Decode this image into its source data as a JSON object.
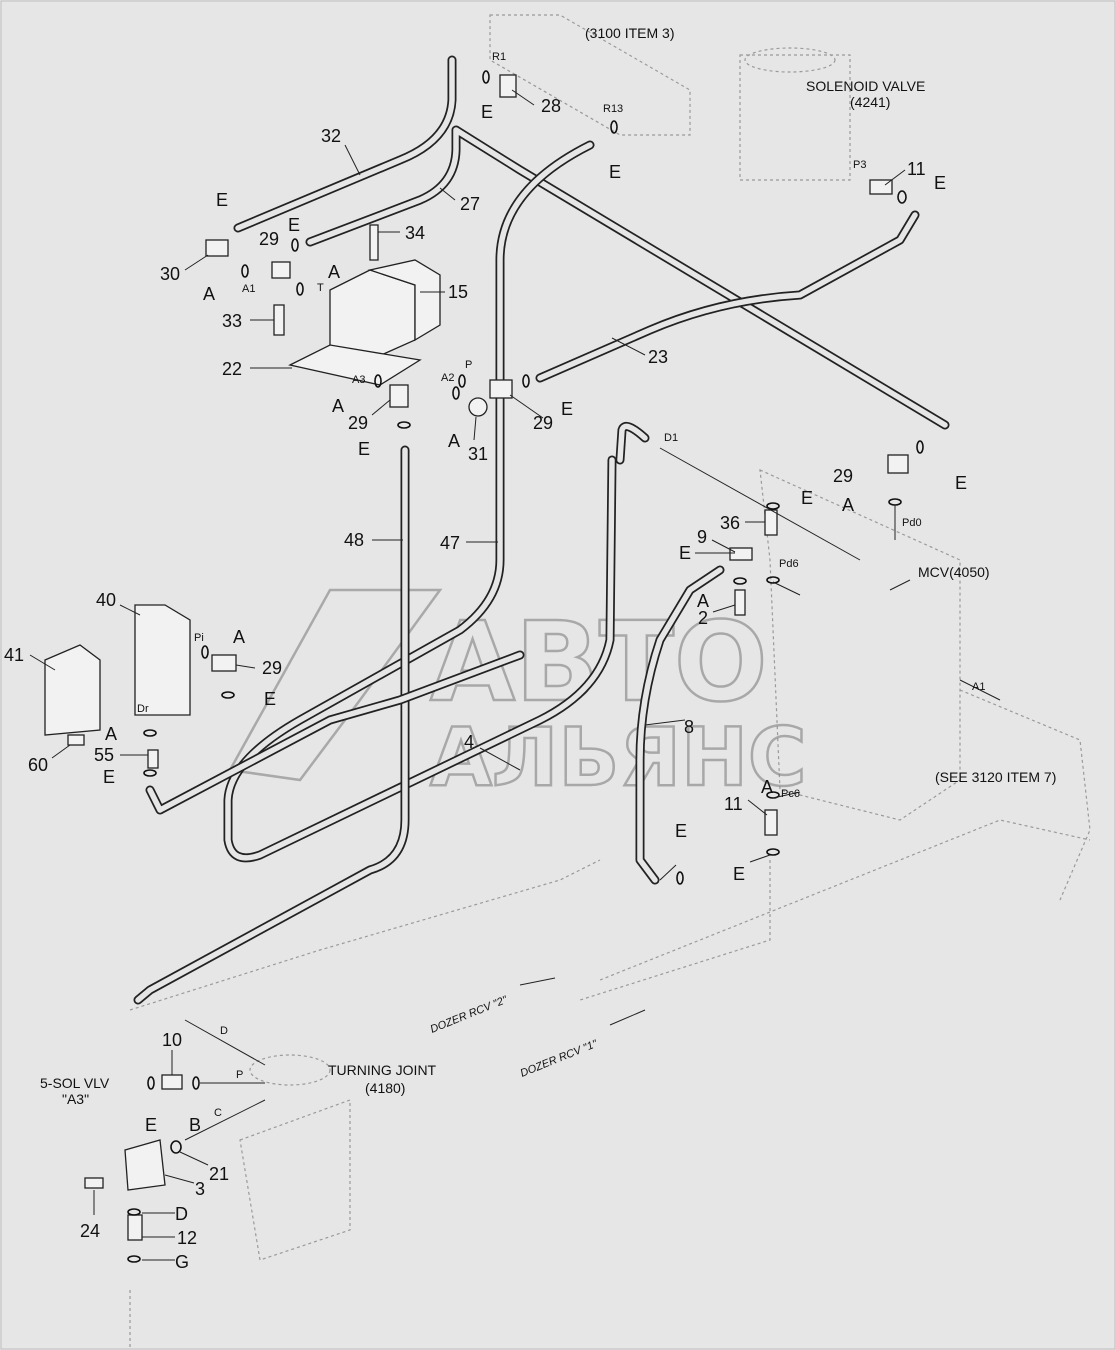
{
  "references": {
    "top": "(3100 ITEM 3)",
    "solenoid_title": "SOLENOID VALVE",
    "solenoid_code": "(4241)",
    "mcv": "MCV(4050)",
    "see": "(SEE 3120 ITEM 7)",
    "turning_title": "TURNING JOINT",
    "turning_code": "(4180)",
    "sol_vlv_1": "5-SOL VLV",
    "sol_vlv_2": "\"A3\"",
    "dozer2": "DOZER RCV \"2\"",
    "dozer1": "DOZER RCV \"1\""
  },
  "watermark": {
    "line1": "АВТО",
    "line2": "АЛЬЯНС"
  },
  "callouts": {
    "n32": "32",
    "n27": "27",
    "n30": "30",
    "n29a": "29",
    "n34": "34",
    "n15": "15",
    "n33": "33",
    "n22": "22",
    "n29b": "29",
    "n31": "31",
    "n29c": "29",
    "n23": "23",
    "n28": "28",
    "n11a": "11",
    "n29d": "29",
    "n48": "48",
    "n47": "47",
    "n36": "36",
    "n9": "9",
    "n2": "2",
    "n40": "40",
    "n41": "41",
    "n29e": "29",
    "n55": "55",
    "n60": "60",
    "n4": "4",
    "n8": "8",
    "n11b": "11",
    "n10": "10",
    "n21": "21",
    "n3": "3",
    "n24": "24",
    "n12": "12"
  },
  "letters": {
    "E1": "E",
    "E2": "E",
    "E3": "E",
    "E4": "E",
    "E5": "E",
    "E6": "E",
    "E7": "E",
    "E8": "E",
    "E9": "E",
    "E10": "E",
    "E11": "E",
    "E12": "E",
    "E13": "E",
    "E14": "E",
    "E15": "E",
    "A1": "A",
    "A2": "A",
    "A3": "A",
    "A4": "A",
    "A5": "A",
    "A6": "A",
    "A7": "A",
    "A8": "A",
    "A9": "A",
    "B1": "B",
    "D1": "D",
    "G1": "G"
  },
  "ports": {
    "R1": "R1",
    "R13": "R13",
    "P3": "P3",
    "A1a": "A1",
    "T": "T",
    "A3": "A3",
    "A2": "A2",
    "P": "P",
    "D1": "D1",
    "Pd0": "Pd0",
    "Pd6": "Pd6",
    "Pi": "Pi",
    "Dr": "Dr",
    "A1b": "A1",
    "Pc6": "Pc6",
    "Dj": "D",
    "Pj": "P",
    "Cj": "C"
  }
}
